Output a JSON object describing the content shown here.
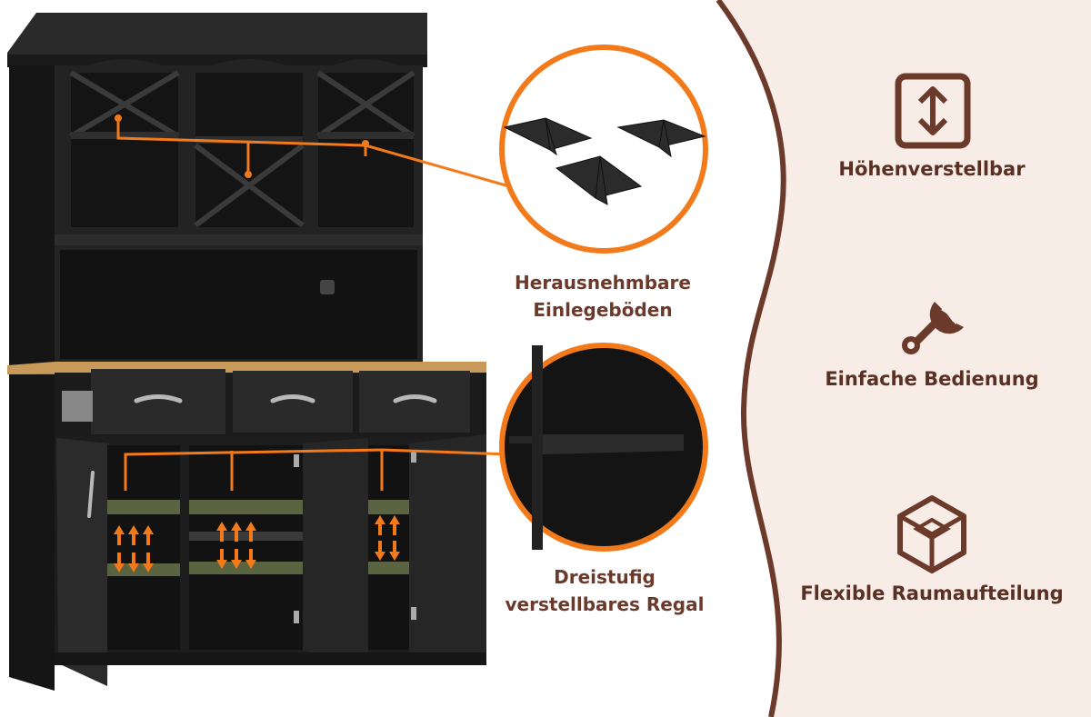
{
  "callouts": {
    "removable_shelves": {
      "line1": "Herausnehmbare",
      "line2": "Einlegeböden"
    },
    "adjustable_shelf": {
      "line1": "Dreistufig",
      "line2": "verstellbares Regal"
    }
  },
  "features": [
    {
      "icon": "height-adjust-icon",
      "label": "Höhenverstellbar"
    },
    {
      "icon": "wrench-icon",
      "label": "Einfache Bedienung"
    },
    {
      "icon": "cube-icon",
      "label": "Flexible Raumaufteilung"
    }
  ],
  "colors": {
    "panel_background": "#f7ede6",
    "brown_accent": "#6b3a2a",
    "orange_accent": "#f27a1a",
    "cabinet_black": "#1f1f1f",
    "countertop_wood": "#c79a5a"
  }
}
